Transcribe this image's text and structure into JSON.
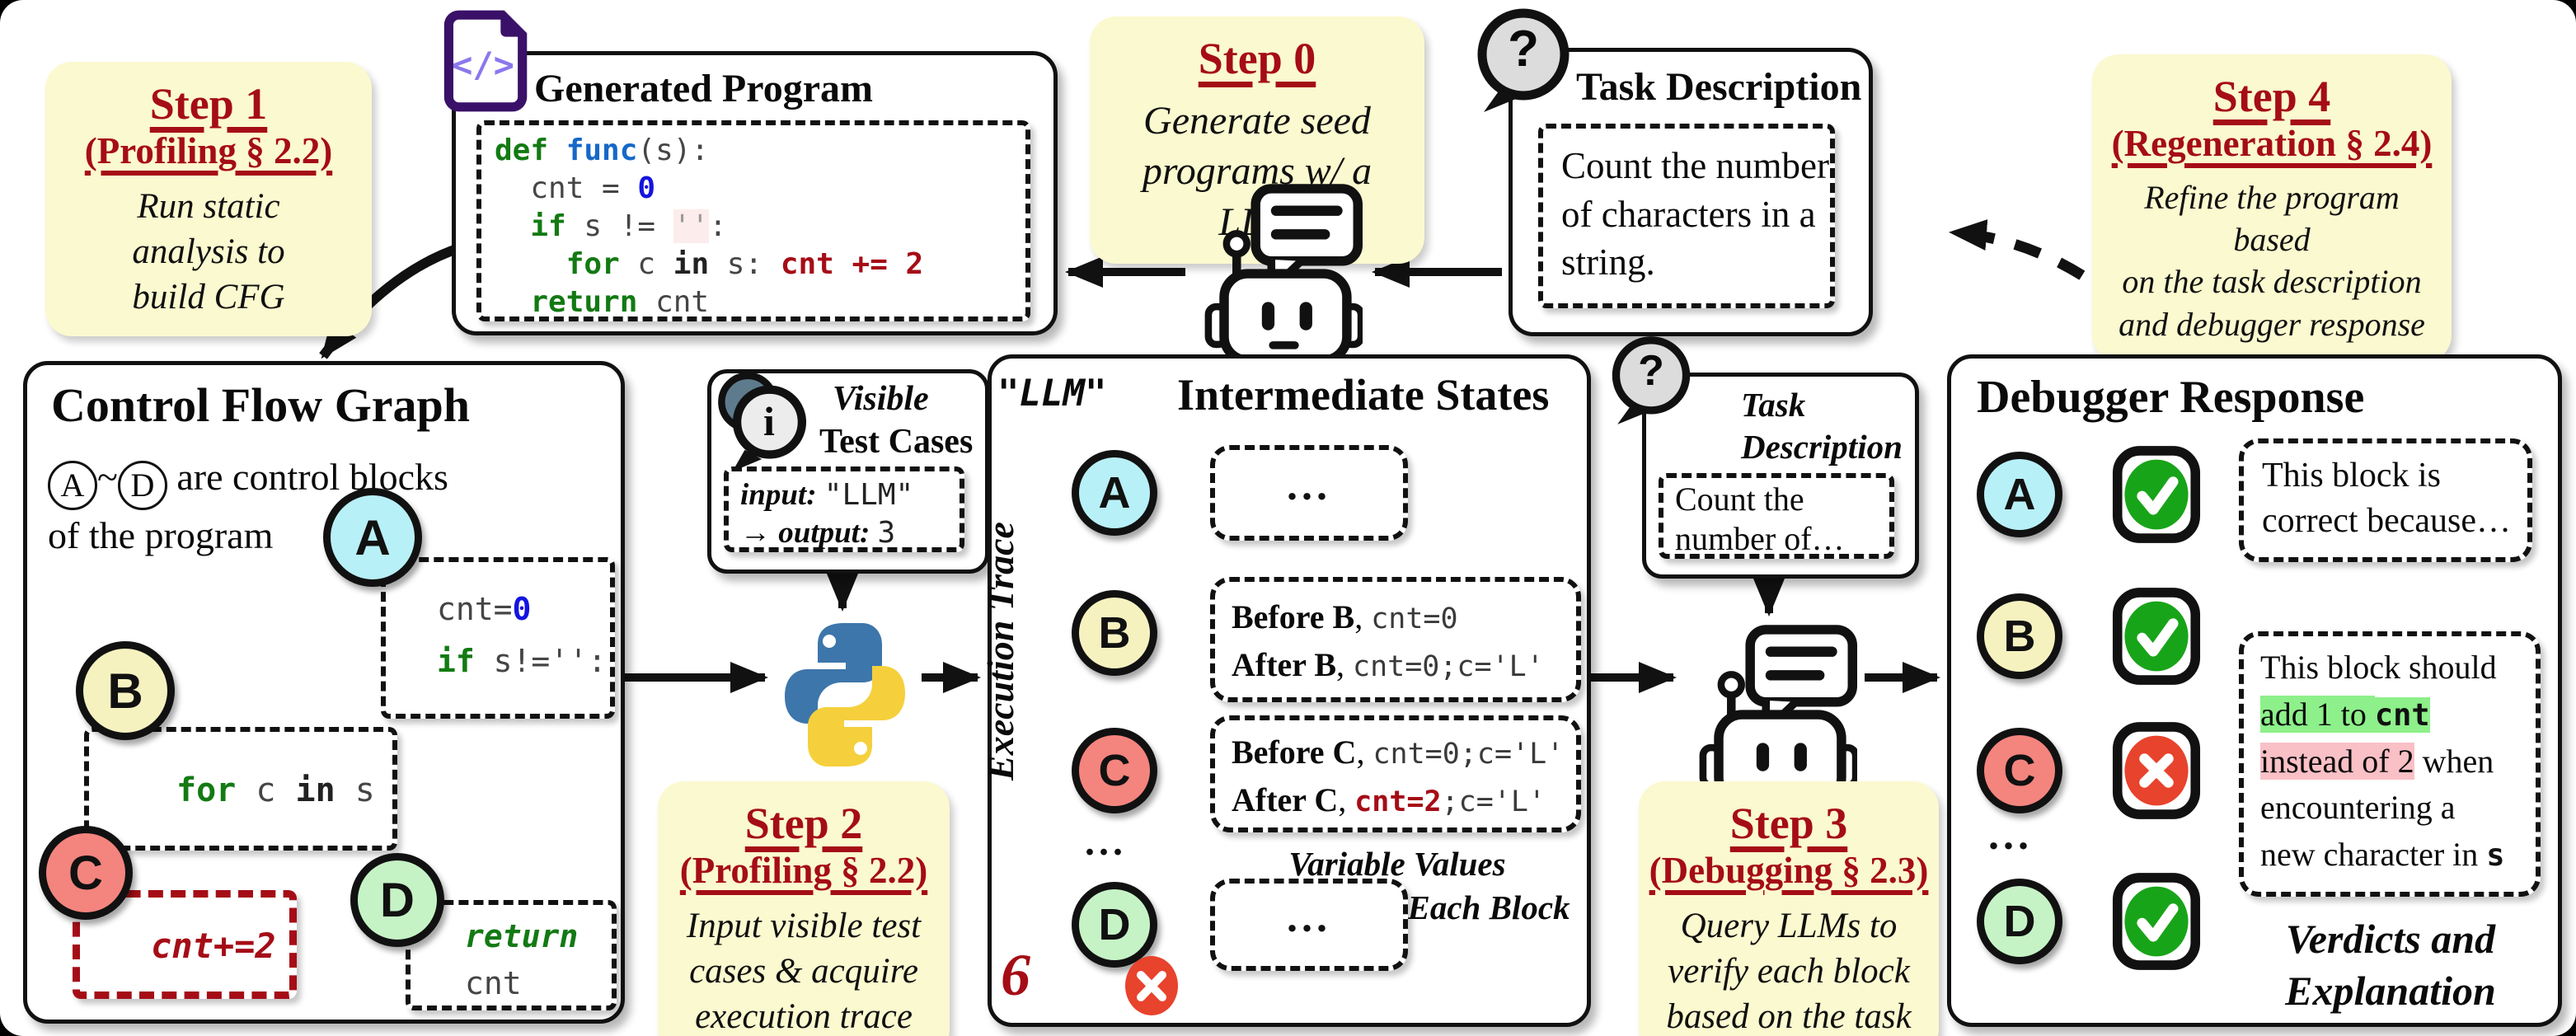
{
  "colors": {
    "accent_red": "#a50d16",
    "note_bg": "#fbf9cf",
    "node_a_cyan": "#b8f0f7",
    "node_b_yellow": "#f6f2c0",
    "node_c_red": "#f4847e",
    "node_d_green": "#c6f3c6",
    "check_green": "#18a418",
    "cross_red": "#e8432c",
    "keyword_green": "#137a13",
    "func_blue": "#1668c8",
    "number_blue": "#1414e0",
    "highlight_green": "#8df08a",
    "highlight_pink": "#f9c0c6",
    "python_blue": "#3d76ab",
    "python_yellow": "#f5d03c"
  },
  "icons": {
    "code_file_glyph": "</>",
    "question_glyph": "?",
    "info_glyph": "i"
  },
  "step0": {
    "title": "Step 0",
    "desc": "Generate seed\nprograms  w/ a LLM"
  },
  "step1": {
    "title": "Step 1",
    "subtitle": "(Profiling § 2.2)",
    "desc": "Run static\nanalysis to\nbuild CFG"
  },
  "step2": {
    "title": "Step 2",
    "subtitle": "(Profiling § 2.2)",
    "desc": "Input visible test\ncases & acquire\nexecution trace"
  },
  "step3": {
    "title": "Step 3",
    "subtitle": "(Debugging § 2.3)",
    "desc": "Query LLMs to\nverify each block\nbased on the task"
  },
  "step4": {
    "title": "Step 4",
    "subtitle": "(Regeneration § 2.4)",
    "desc": "Refine the program based\non the task description\nand debugger response"
  },
  "generated_program": {
    "title": "Generated Program",
    "lines": [
      [
        {
          "text": "def ",
          "cls": "kw"
        },
        {
          "text": "func",
          "cls": "fn"
        },
        {
          "text": "(s):",
          "cls": "plain"
        }
      ],
      [
        {
          "text": "  cnt = ",
          "cls": "plain"
        },
        {
          "text": "0",
          "cls": "num"
        }
      ],
      [
        {
          "text": "  ",
          "cls": "plain"
        },
        {
          "text": "if",
          "cls": "kw"
        },
        {
          "text": " s != ",
          "cls": "plain"
        },
        {
          "text": "''",
          "cls": "strhl"
        },
        {
          "text": ":",
          "cls": "plain"
        }
      ],
      [
        {
          "text": "    ",
          "cls": "plain"
        },
        {
          "text": "for",
          "cls": "kw"
        },
        {
          "text": " c ",
          "cls": "plain"
        },
        {
          "text": "in",
          "cls": "op"
        },
        {
          "text": " s: ",
          "cls": "plain"
        },
        {
          "text": "cnt += 2",
          "cls": "redc"
        }
      ],
      [
        {
          "text": "  ",
          "cls": "plain"
        },
        {
          "text": "return",
          "cls": "kw"
        },
        {
          "text": " cnt",
          "cls": "plain"
        }
      ]
    ]
  },
  "task_description": {
    "title": "Task Description",
    "text": "Count the number\nof characters in a\nstring."
  },
  "cfg": {
    "title": "Control Flow Graph",
    "note": [
      {
        "text": "A",
        "cls": "circ"
      },
      {
        "text": "~",
        "cls": "tilde"
      },
      {
        "text": "D",
        "cls": "circ"
      },
      {
        "text": " are control blocks\nof the program",
        "cls": ""
      }
    ],
    "node_a": "A",
    "node_b": "B",
    "node_c": "C",
    "node_d": "D",
    "box_a": [
      {
        "text": "cnt=",
        "cls": "plain"
      },
      {
        "text": "0",
        "cls": "num"
      },
      {
        "text": "\n",
        "cls": "plain"
      },
      {
        "text": "if",
        "cls": "kw"
      },
      {
        "text": " s!='':",
        "cls": "plain"
      }
    ],
    "box_b": [
      {
        "text": "for",
        "cls": "kw"
      },
      {
        "text": " c ",
        "cls": "plain"
      },
      {
        "text": "in",
        "cls": "op"
      },
      {
        "text": " s",
        "cls": "plain"
      }
    ],
    "box_c": "cnt+=2",
    "box_d": [
      {
        "text": "return",
        "cls": "kwit"
      },
      {
        "text": "\ncnt",
        "cls": "plain"
      }
    ]
  },
  "test_cases": {
    "title_line1": "Visible",
    "title_line2": "Test Cases",
    "input_label": "input: ",
    "input_value": "\"LLM\"",
    "output_label": "→ output: ",
    "output_value": "3"
  },
  "intermediate": {
    "title": "Intermediate States",
    "input_string": "\"LLM\"",
    "trace_label": "Execution Trace",
    "node_a": "A",
    "node_b": "B",
    "node_c": "C",
    "node_d": "D",
    "box_a": "...",
    "box_b": [
      {
        "text": "Before B",
        "cls": "sb"
      },
      {
        "text": ", ",
        "cls": "sp"
      },
      {
        "text": "cnt=0",
        "cls": "m"
      },
      {
        "text": "\n",
        "cls": "sp"
      },
      {
        "text": "After B",
        "cls": "sb"
      },
      {
        "text": ", ",
        "cls": "sp"
      },
      {
        "text": "cnt=0;c='L'",
        "cls": "m"
      }
    ],
    "box_c": [
      {
        "text": "Before C",
        "cls": "sb"
      },
      {
        "text": ", ",
        "cls": "sp"
      },
      {
        "text": "cnt=0;c='L'",
        "cls": "m"
      },
      {
        "text": "\n",
        "cls": "sp"
      },
      {
        "text": "After C",
        "cls": "sb"
      },
      {
        "text": ", ",
        "cls": "sp"
      },
      {
        "text": "cnt=2",
        "cls": "mr"
      },
      {
        "text": ";c='L'",
        "cls": "m"
      }
    ],
    "box_d": "...",
    "ellipsis": "...",
    "caption": "Variable Values\nBefore/After Each Block",
    "wrong_output": "6"
  },
  "small_task": {
    "title": "Task\nDescription",
    "text": "Count the\nnumber of…"
  },
  "debugger": {
    "title": "Debugger Response",
    "node_a": "A",
    "node_b": "B",
    "node_c": "C",
    "node_d": "D",
    "ellipsis": "...",
    "box_a": "This block is\ncorrect because…",
    "box_c": [
      {
        "text": "This block should\n",
        "cls": ""
      },
      {
        "text": "add 1 to ",
        "cls": "hg"
      },
      {
        "text": "cnt",
        "cls": "hg mb"
      },
      {
        "text": "\n",
        "cls": ""
      },
      {
        "text": "instead of 2",
        "cls": "hp"
      },
      {
        "text": " when\nencountering a\nnew character in ",
        "cls": ""
      },
      {
        "text": "s",
        "cls": "mb"
      }
    ],
    "caption": "Verdicts and\nExplanation"
  }
}
